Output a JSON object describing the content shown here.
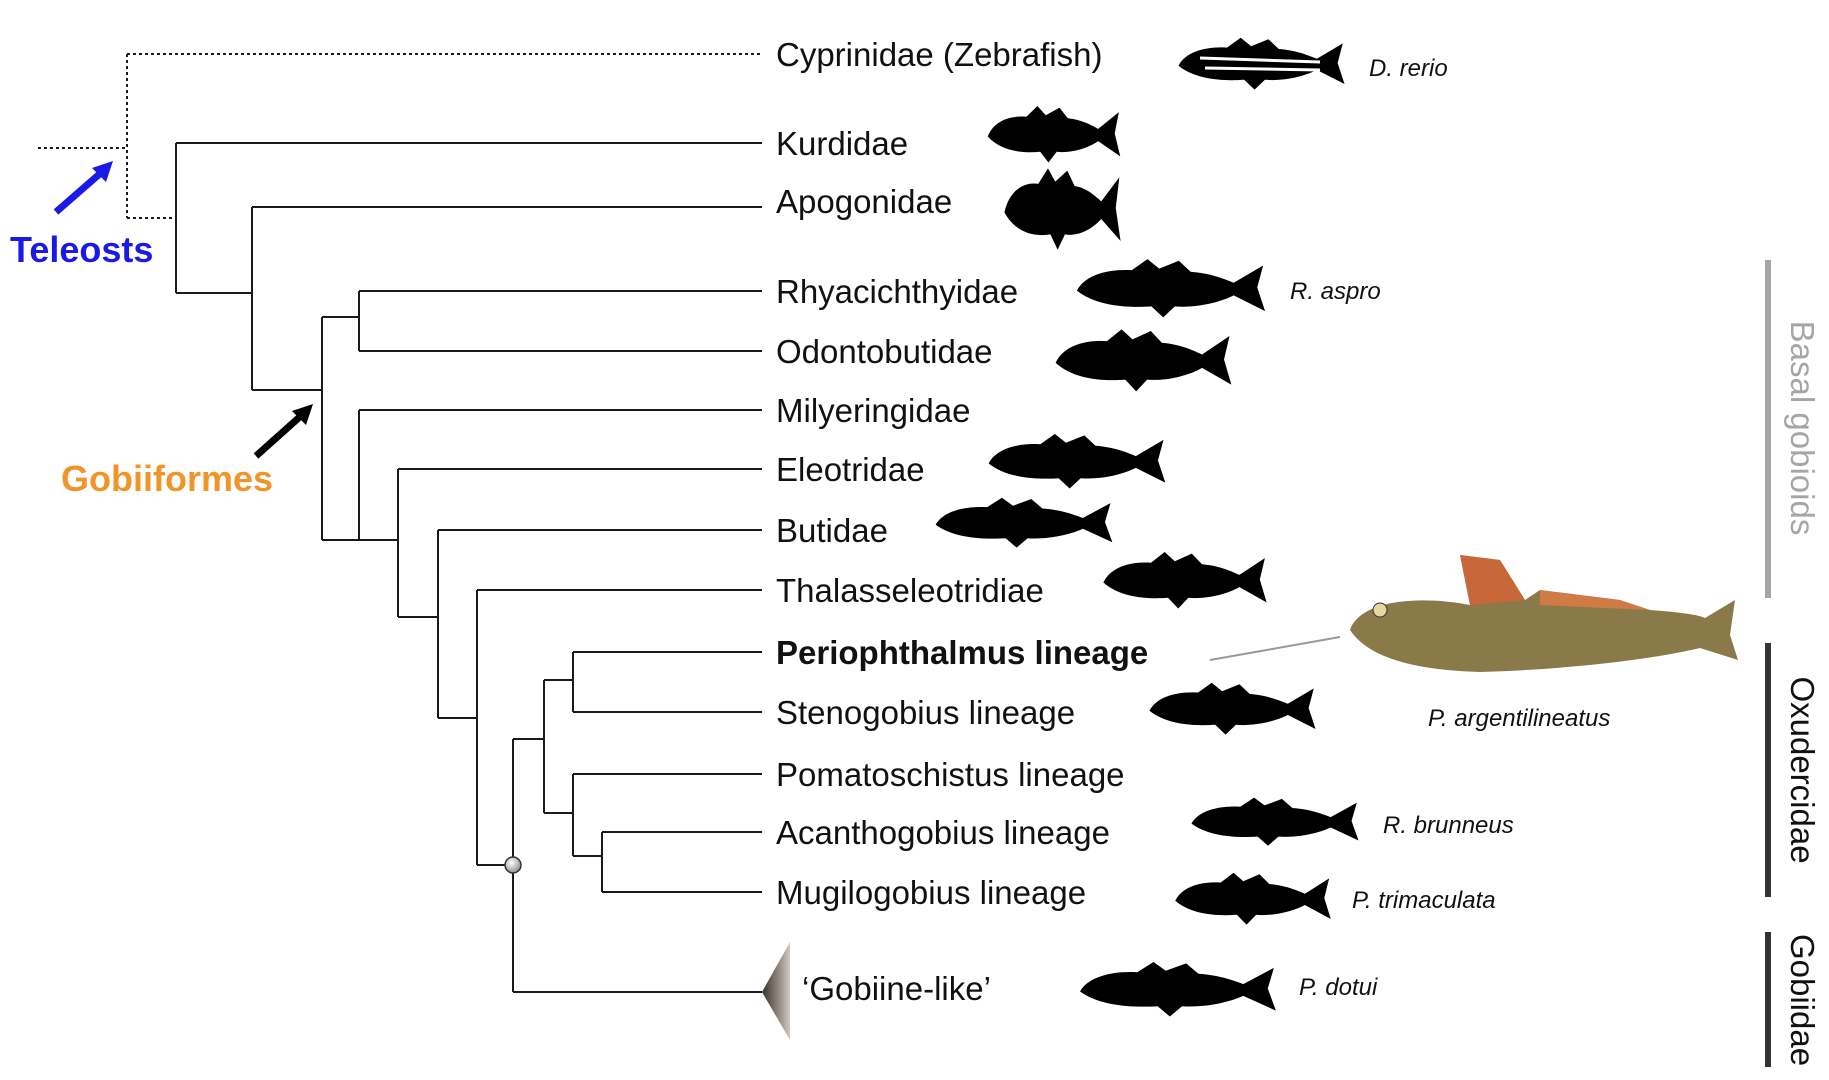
{
  "taxa": {
    "cyprinidae": "Cyprinidae (Zebrafish)",
    "kurdidae": "Kurdidae",
    "apogonidae": "Apogonidae",
    "rhyacichthyidae": "Rhyacichthyidae",
    "odontobutidae": "Odontobutidae",
    "milyeringidae": "Milyeringidae",
    "eleotridae": "Eleotridae",
    "butidae": "Butidae",
    "thalasseleotridiae": "Thalasseleotridiae",
    "periophthalmus": "Periophthalmus lineage",
    "stenogobius": "Stenogobius lineage",
    "pomatoschistus": "Pomatoschistus lineage",
    "acanthogobius": "Acanthogobius lineage",
    "mugilogobius": "Mugilogobius lineage",
    "gobiine": "‘Gobiine-like’"
  },
  "species": {
    "d_rerio": "D. rerio",
    "r_aspro": "R. aspro",
    "p_argentilineatus": "P. argentilineatus",
    "r_brunneus": "R. brunneus",
    "p_trimaculata": "P. trimaculata",
    "p_dotui": "P. dotui"
  },
  "clades": {
    "teleosts": "Teleosts",
    "gobiiformes": "Gobiiformes"
  },
  "groups": {
    "basal": "Basal gobioids",
    "oxudercidae": "Oxudercidae",
    "gobiidae": "Gobiidae"
  },
  "colors": {
    "teleosts": "#1a1ae6",
    "gobiiformes": "#f0952a",
    "basal_bar": "#a6a6a6",
    "dark_bar": "#333333"
  }
}
